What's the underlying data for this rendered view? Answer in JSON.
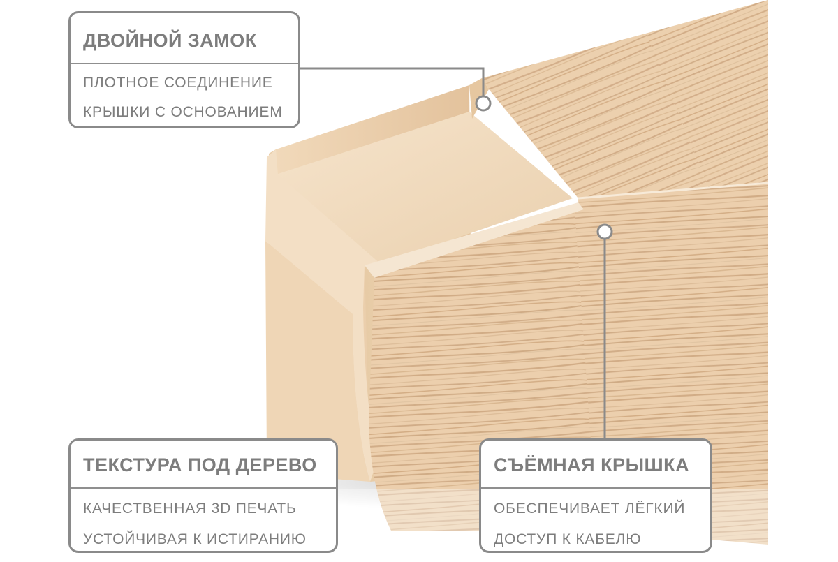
{
  "callouts": {
    "lock": {
      "title": "ДВОЙНОЙ ЗАМОК",
      "line1": "ПЛОТНОЕ СОЕДИНЕНИЕ",
      "line2": "КРЫШКИ С ОСНОВАНИЕМ"
    },
    "wood": {
      "title": "ТЕКСТУРА ПОД ДЕРЕВО",
      "line1": "КАЧЕСТВЕННАЯ 3D ПЕЧАТЬ",
      "line2": "УСТОЙЧИВАЯ К ИСТИРАНИЮ"
    },
    "cover": {
      "title": "СЪЁМНАЯ КРЫШКА",
      "line1": "ОБЕСПЕЧИВАЕТ ЛЁГКИЙ",
      "line2": "ДОСТУП К КАБЕЛЮ"
    }
  },
  "colors": {
    "text": "#7d7d7d",
    "border": "#8a8a8a",
    "base_inner": "#f2dcc0",
    "base_outer": "#eed4b3",
    "wood_light": "#efd3b3",
    "wood_dark": "#c89f78"
  }
}
